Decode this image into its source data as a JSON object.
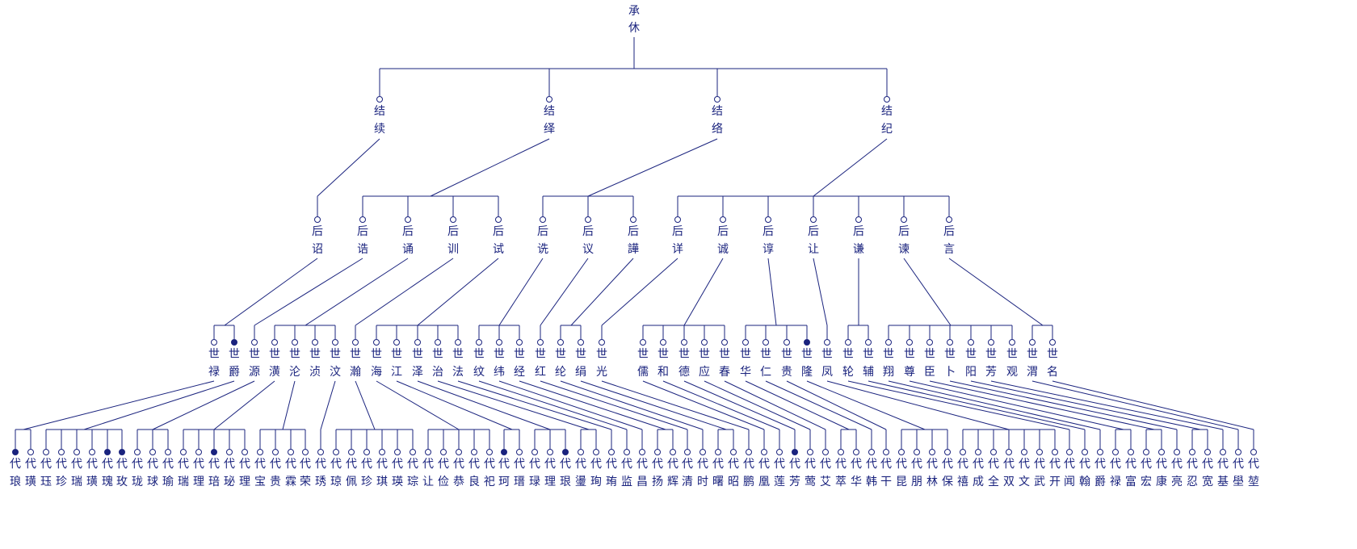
{
  "colors": {
    "line": "#1a237e",
    "text": "#1a237e",
    "background": "#ffffff"
  },
  "root": [
    "承",
    "休"
  ],
  "gen2": [
    [
      "结",
      "续"
    ],
    [
      "结",
      "绎"
    ],
    [
      "结",
      "络"
    ],
    [
      "结",
      "纪"
    ]
  ],
  "gen3": [
    {
      "c": [
        "后",
        "诏"
      ],
      "p": 0
    },
    {
      "c": [
        "后",
        "诰"
      ],
      "p": 1
    },
    {
      "c": [
        "后",
        "诵"
      ],
      "p": 1
    },
    {
      "c": [
        "后",
        "训"
      ],
      "p": 1
    },
    {
      "c": [
        "后",
        "试"
      ],
      "p": 1
    },
    {
      "c": [
        "后",
        "诜"
      ],
      "p": 2
    },
    {
      "c": [
        "后",
        "议"
      ],
      "p": 2
    },
    {
      "c": [
        "后",
        "譁"
      ],
      "p": 2
    },
    {
      "c": [
        "后",
        "详"
      ],
      "p": 3
    },
    {
      "c": [
        "后",
        "诚"
      ],
      "p": 3
    },
    {
      "c": [
        "后",
        "谆"
      ],
      "p": 3
    },
    {
      "c": [
        "后",
        "让"
      ],
      "p": 3
    },
    {
      "c": [
        "后",
        "谦"
      ],
      "p": 3
    },
    {
      "c": [
        "后",
        "谏"
      ],
      "p": 3
    },
    {
      "c": [
        "后",
        "言"
      ],
      "p": 3
    }
  ],
  "gen4": [
    {
      "c": [
        "世",
        "禄"
      ],
      "p": 0,
      "f": false
    },
    {
      "c": [
        "世",
        "爵"
      ],
      "p": 0,
      "f": true
    },
    {
      "c": [
        "世",
        "源"
      ],
      "p": 1,
      "f": false
    },
    {
      "c": [
        "世",
        "潢"
      ],
      "p": 2,
      "f": false
    },
    {
      "c": [
        "世",
        "沦"
      ],
      "p": 2,
      "f": false
    },
    {
      "c": [
        "世",
        "浈"
      ],
      "p": 2,
      "f": false
    },
    {
      "c": [
        "世",
        "汶"
      ],
      "p": 2,
      "f": false
    },
    {
      "c": [
        "世",
        "瀚"
      ],
      "p": 3,
      "f": false
    },
    {
      "c": [
        "世",
        "海"
      ],
      "p": 4,
      "f": false
    },
    {
      "c": [
        "世",
        "江"
      ],
      "p": 4,
      "f": false
    },
    {
      "c": [
        "世",
        "泽"
      ],
      "p": 4,
      "f": false
    },
    {
      "c": [
        "世",
        "治"
      ],
      "p": 4,
      "f": false
    },
    {
      "c": [
        "世",
        "法"
      ],
      "p": 4,
      "f": false
    },
    {
      "c": [
        "世",
        "纹"
      ],
      "p": 5,
      "f": false
    },
    {
      "c": [
        "世",
        "纬"
      ],
      "p": 5,
      "f": false
    },
    {
      "c": [
        "世",
        "经"
      ],
      "p": 5,
      "f": false
    },
    {
      "c": [
        "世",
        "红"
      ],
      "p": 6,
      "f": false
    },
    {
      "c": [
        "世",
        "纶"
      ],
      "p": 7,
      "f": false
    },
    {
      "c": [
        "世",
        "绢"
      ],
      "p": 7,
      "f": false
    },
    {
      "c": [
        "世",
        "光"
      ],
      "p": 8,
      "f": false
    },
    {
      "c": [
        "世",
        "儒"
      ],
      "p": 9,
      "f": false
    },
    {
      "c": [
        "世",
        "和"
      ],
      "p": 9,
      "f": false
    },
    {
      "c": [
        "世",
        "德"
      ],
      "p": 9,
      "f": false
    },
    {
      "c": [
        "世",
        "应"
      ],
      "p": 9,
      "f": false
    },
    {
      "c": [
        "世",
        "春"
      ],
      "p": 9,
      "f": false
    },
    {
      "c": [
        "世",
        "华"
      ],
      "p": 10,
      "f": false
    },
    {
      "c": [
        "世",
        "仁"
      ],
      "p": 10,
      "f": false
    },
    {
      "c": [
        "世",
        "贵"
      ],
      "p": 10,
      "f": false
    },
    {
      "c": [
        "世",
        "隆"
      ],
      "p": 10,
      "f": true
    },
    {
      "c": [
        "世",
        "凤"
      ],
      "p": 11,
      "f": false
    },
    {
      "c": [
        "世",
        "轮"
      ],
      "p": 12,
      "f": false
    },
    {
      "c": [
        "世",
        "辅"
      ],
      "p": 12,
      "f": false
    },
    {
      "c": [
        "世",
        "翔"
      ],
      "p": 13,
      "f": false
    },
    {
      "c": [
        "世",
        "尊"
      ],
      "p": 13,
      "f": false
    },
    {
      "c": [
        "世",
        "臣"
      ],
      "p": 13,
      "f": false
    },
    {
      "c": [
        "世",
        "卜"
      ],
      "p": 13,
      "f": false
    },
    {
      "c": [
        "世",
        "阳"
      ],
      "p": 13,
      "f": false
    },
    {
      "c": [
        "世",
        "芳"
      ],
      "p": 13,
      "f": false
    },
    {
      "c": [
        "世",
        "观"
      ],
      "p": 13,
      "f": false
    },
    {
      "c": [
        "世",
        "渭"
      ],
      "p": 14,
      "f": false
    },
    {
      "c": [
        "世",
        "名"
      ],
      "p": 14,
      "f": false
    }
  ],
  "gen5": [
    {
      "c": [
        "代",
        "琅"
      ],
      "p": 0,
      "f": true
    },
    {
      "c": [
        "代",
        "璜"
      ],
      "p": 0,
      "f": false
    },
    {
      "c": [
        "代",
        "珏"
      ],
      "p": 1,
      "f": false
    },
    {
      "c": [
        "代",
        "珍"
      ],
      "p": 1,
      "f": false
    },
    {
      "c": [
        "代",
        "瑞"
      ],
      "p": 1,
      "f": false
    },
    {
      "c": [
        "代",
        "璜"
      ],
      "p": 1,
      "f": false
    },
    {
      "c": [
        "代",
        "瑰"
      ],
      "p": 1,
      "f": true
    },
    {
      "c": [
        "代",
        "玫"
      ],
      "p": 1,
      "f": true
    },
    {
      "c": [
        "代",
        "珑"
      ],
      "p": 2,
      "f": false
    },
    {
      "c": [
        "代",
        "球"
      ],
      "p": 2,
      "f": false
    },
    {
      "c": [
        "代",
        "瑜"
      ],
      "p": 2,
      "f": false
    },
    {
      "c": [
        "代",
        "瑞"
      ],
      "p": 3,
      "f": false
    },
    {
      "c": [
        "代",
        "理"
      ],
      "p": 3,
      "f": false
    },
    {
      "c": [
        "代",
        "琣"
      ],
      "p": 3,
      "f": true
    },
    {
      "c": [
        "代",
        "珌"
      ],
      "p": 3,
      "f": false
    },
    {
      "c": [
        "代",
        "理"
      ],
      "p": 3,
      "f": false
    },
    {
      "c": [
        "代",
        "宝"
      ],
      "p": 4,
      "f": false
    },
    {
      "c": [
        "代",
        "贵"
      ],
      "p": 4,
      "f": false
    },
    {
      "c": [
        "代",
        "霖"
      ],
      "p": 4,
      "f": false
    },
    {
      "c": [
        "代",
        "荣"
      ],
      "p": 4,
      "f": false
    },
    {
      "c": [
        "代",
        "琇"
      ],
      "p": 6,
      "f": false
    },
    {
      "c": [
        "代",
        "琼"
      ],
      "p": 7,
      "f": false
    },
    {
      "c": [
        "代",
        "佩"
      ],
      "p": 7,
      "f": false
    },
    {
      "c": [
        "代",
        "珍"
      ],
      "p": 7,
      "f": false
    },
    {
      "c": [
        "代",
        "琪"
      ],
      "p": 7,
      "f": false
    },
    {
      "c": [
        "代",
        "瑛"
      ],
      "p": 7,
      "f": false
    },
    {
      "c": [
        "代",
        "琮"
      ],
      "p": 7,
      "f": false
    },
    {
      "c": [
        "代",
        "让"
      ],
      "p": 8,
      "f": false
    },
    {
      "c": [
        "代",
        "俭"
      ],
      "p": 8,
      "f": false
    },
    {
      "c": [
        "代",
        "恭"
      ],
      "p": 8,
      "f": false
    },
    {
      "c": [
        "代",
        "良"
      ],
      "p": 8,
      "f": false
    },
    {
      "c": [
        "代",
        "祀"
      ],
      "p": 8,
      "f": false
    },
    {
      "c": [
        "代",
        "珂"
      ],
      "p": 9,
      "f": true
    },
    {
      "c": [
        "代",
        "瑨"
      ],
      "p": 9,
      "f": false
    },
    {
      "c": [
        "代",
        "琭"
      ],
      "p": 10,
      "f": false
    },
    {
      "c": [
        "代",
        "理"
      ],
      "p": 10,
      "f": false
    },
    {
      "c": [
        "代",
        "珢"
      ],
      "p": 10,
      "f": true
    },
    {
      "c": [
        "代",
        "璗"
      ],
      "p": 11,
      "f": false
    },
    {
      "c": [
        "代",
        "珣"
      ],
      "p": 11,
      "f": false
    },
    {
      "c": [
        "代",
        "珛"
      ],
      "p": 12,
      "f": false
    },
    {
      "c": [
        "代",
        "监"
      ],
      "p": 13,
      "f": false
    },
    {
      "c": [
        "代",
        "昌"
      ],
      "p": 14,
      "f": false
    },
    {
      "c": [
        "代",
        "扬"
      ],
      "p": 15,
      "f": false
    },
    {
      "c": [
        "代",
        "辉"
      ],
      "p": 15,
      "f": false
    },
    {
      "c": [
        "代",
        "清"
      ],
      "p": 16,
      "f": false
    },
    {
      "c": [
        "代",
        "时"
      ],
      "p": 17,
      "f": false
    },
    {
      "c": [
        "代",
        "曙"
      ],
      "p": 18,
      "f": false
    },
    {
      "c": [
        "代",
        "昭"
      ],
      "p": 18,
      "f": false
    },
    {
      "c": [
        "代",
        "鹏"
      ],
      "p": 19,
      "f": false
    },
    {
      "c": [
        "代",
        "凰"
      ],
      "p": 20,
      "f": false
    },
    {
      "c": [
        "代",
        "莲"
      ],
      "p": 21,
      "f": false
    },
    {
      "c": [
        "代",
        "芳"
      ],
      "p": 22,
      "f": true
    },
    {
      "c": [
        "代",
        "莺"
      ],
      "p": 23,
      "f": false
    },
    {
      "c": [
        "代",
        "艾"
      ],
      "p": 24,
      "f": false
    },
    {
      "c": [
        "代",
        "萃"
      ],
      "p": 25,
      "f": false
    },
    {
      "c": [
        "代",
        "华"
      ],
      "p": 25,
      "f": false
    },
    {
      "c": [
        "代",
        "韩"
      ],
      "p": 26,
      "f": false
    },
    {
      "c": [
        "代",
        "干"
      ],
      "p": 27,
      "f": false
    },
    {
      "c": [
        "代",
        "昆"
      ],
      "p": 28,
      "f": false
    },
    {
      "c": [
        "代",
        "朋"
      ],
      "p": 28,
      "f": false
    },
    {
      "c": [
        "代",
        "林"
      ],
      "p": 28,
      "f": false
    },
    {
      "c": [
        "代",
        "保"
      ],
      "p": 28,
      "f": false
    },
    {
      "c": [
        "代",
        "禧"
      ],
      "p": 29,
      "f": false
    },
    {
      "c": [
        "代",
        "成"
      ],
      "p": 29,
      "f": false
    },
    {
      "c": [
        "代",
        "全"
      ],
      "p": 29,
      "f": false
    },
    {
      "c": [
        "代",
        "双"
      ],
      "p": 29,
      "f": false
    },
    {
      "c": [
        "代",
        "文"
      ],
      "p": 29,
      "f": false
    },
    {
      "c": [
        "代",
        "武"
      ],
      "p": 29,
      "f": false
    },
    {
      "c": [
        "代",
        "开"
      ],
      "p": 29,
      "f": false
    },
    {
      "c": [
        "代",
        "闻"
      ],
      "p": 30,
      "f": false
    },
    {
      "c": [
        "代",
        "翰"
      ],
      "p": 31,
      "f": false
    },
    {
      "c": [
        "代",
        "爵"
      ],
      "p": 32,
      "f": false
    },
    {
      "c": [
        "代",
        "禄"
      ],
      "p": 33,
      "f": false
    },
    {
      "c": [
        "代",
        "富"
      ],
      "p": 33,
      "f": false
    },
    {
      "c": [
        "代",
        "宏"
      ],
      "p": 34,
      "f": false
    },
    {
      "c": [
        "代",
        "康"
      ],
      "p": 34,
      "f": false
    },
    {
      "c": [
        "代",
        "亮"
      ],
      "p": 35,
      "f": false
    },
    {
      "c": [
        "代",
        "忍"
      ],
      "p": 36,
      "f": false
    },
    {
      "c": [
        "代",
        "宽"
      ],
      "p": 36,
      "f": false
    },
    {
      "c": [
        "代",
        "基"
      ],
      "p": 37,
      "f": false
    },
    {
      "c": [
        "代",
        "壆"
      ],
      "p": 39,
      "f": false
    },
    {
      "c": [
        "代",
        "堃"
      ],
      "p": 40,
      "f": false
    }
  ]
}
